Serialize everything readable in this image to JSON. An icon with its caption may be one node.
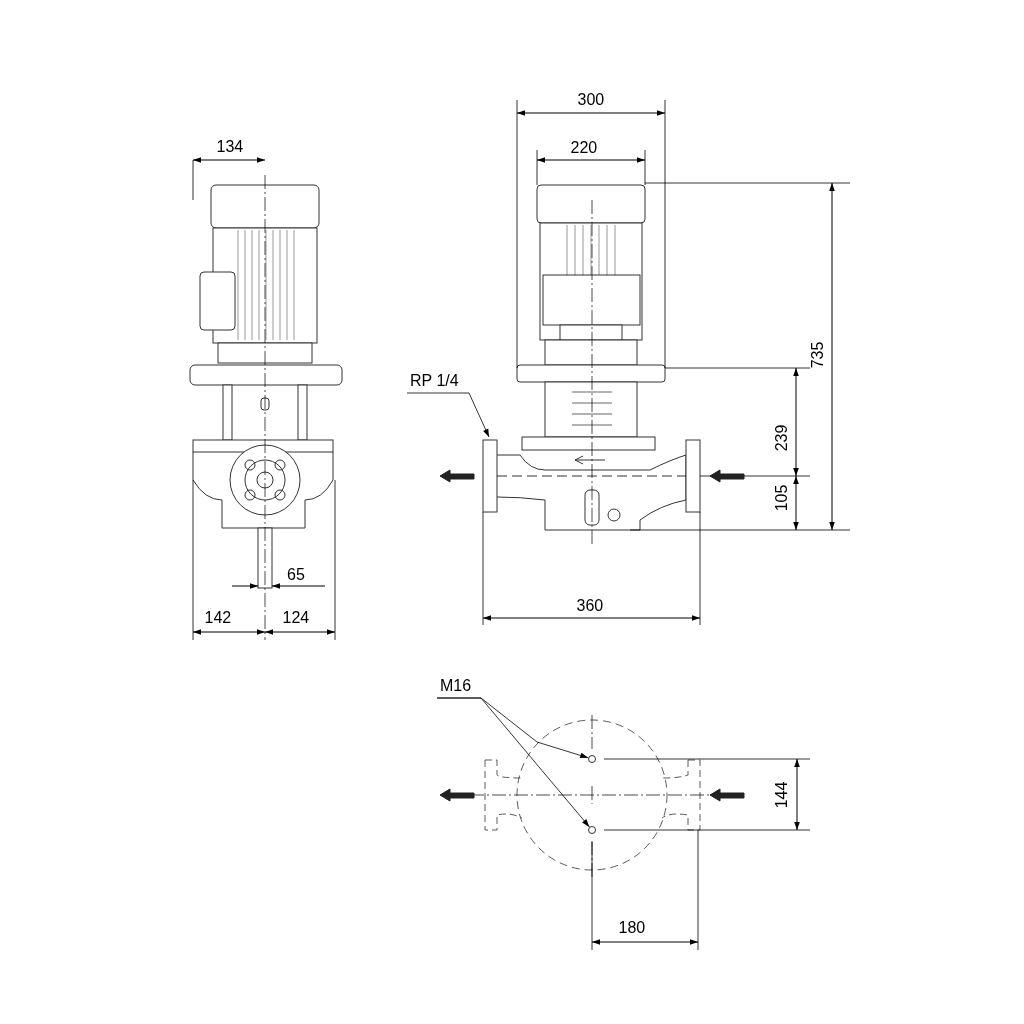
{
  "diagram": {
    "nodes": [
      {
        "text": [
          "RP 1/4"
        ]
      },
      {
        "text": [
          "M16"
        ]
      },
      {
        "text": [],
        "shape": "circle"
      },
      {
        "text": [],
        "shape": "circle"
      }
    ],
    "edges": [
      {
        "from": 0,
        "to": null,
        "arrow": "to"
      },
      {
        "from": 1,
        "to": 2,
        "arrow": "to"
      },
      {
        "from": 1,
        "to": 3,
        "arrow": "to"
      }
    ],
    "labels": [
      "300",
      "134",
      "220",
      "735",
      "239",
      "105",
      "65",
      "360",
      "142",
      "124",
      "144",
      "180"
    ]
  }
}
